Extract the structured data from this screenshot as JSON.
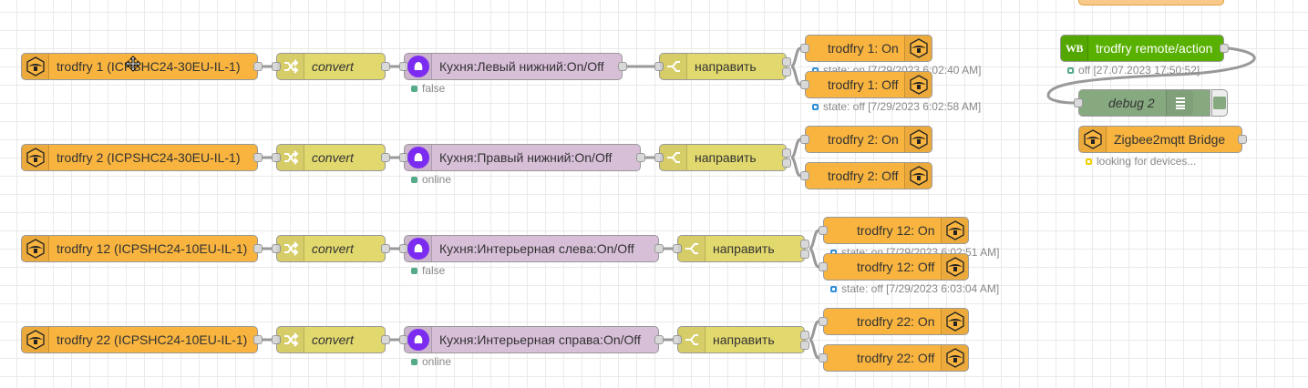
{
  "flows": [
    {
      "mqtt_in": "trodfry 1 (ICPSHC24-30EU-IL-1)",
      "function": "convert",
      "alice": "Кухня:Левый нижний:On/Off",
      "alice_status": "false",
      "switch": "направить",
      "out_on": "trodfry 1: On",
      "out_on_status": "state: on [7/29/2023 6:02:40 AM]",
      "out_off": "trodfry 1: Off",
      "out_off_status": "state: off [7/29/2023 6:02:58 AM]"
    },
    {
      "mqtt_in": "trodfry 2 (ICPSHC24-30EU-IL-1)",
      "function": "convert",
      "alice": "Кухня:Правый нижний:On/Off",
      "alice_status": "online",
      "switch": "направить",
      "out_on": "trodfry 2: On",
      "out_off": "trodfry 2: Off"
    },
    {
      "mqtt_in": "trodfry 12 (ICPSHC24-10EU-IL-1)",
      "function": "convert",
      "alice": "Кухня:Интерьерная слева:On/Off",
      "alice_status": "false",
      "switch": "направить",
      "out_on": "trodfry 12: On",
      "out_on_status": "state: on [7/29/2023 6:02:51 AM]",
      "out_off": "trodfry 12: Off",
      "out_off_status": "state: off [7/29/2023 6:03:04 AM]"
    },
    {
      "mqtt_in": "trodfry 22 (ICPSHC24-10EU-IL-1)",
      "function": "convert",
      "alice": "Кухня:Интерьерная справа:On/Off",
      "alice_status": "online",
      "switch": "направить",
      "out_on": "trodfry 22: On",
      "out_off": "trodfry 22: Off"
    }
  ],
  "side": {
    "wb_icon": "WB",
    "wb_node": "trodfry remote/action",
    "wb_status": "off [27.07.2023 17:50:52]",
    "debug_node": "debug 2",
    "bridge_node": "Zigbee2mqtt Bridge",
    "bridge_status": "looking for devices..."
  },
  "colors": {
    "mqtt": "#f8b43f",
    "function": "#e2d96e",
    "alice": "#d8bfd8",
    "debug": "#87a980",
    "wb": "#58b000",
    "alice_icon": "#7b2cf0"
  },
  "icons": {
    "mqtt": "zigbee-bee-icon",
    "function": "shuffle-icon",
    "alice": "alice-icon",
    "switch": "switch-fork-icon",
    "debug": "list-icon",
    "cursor": "move-cursor-icon"
  }
}
